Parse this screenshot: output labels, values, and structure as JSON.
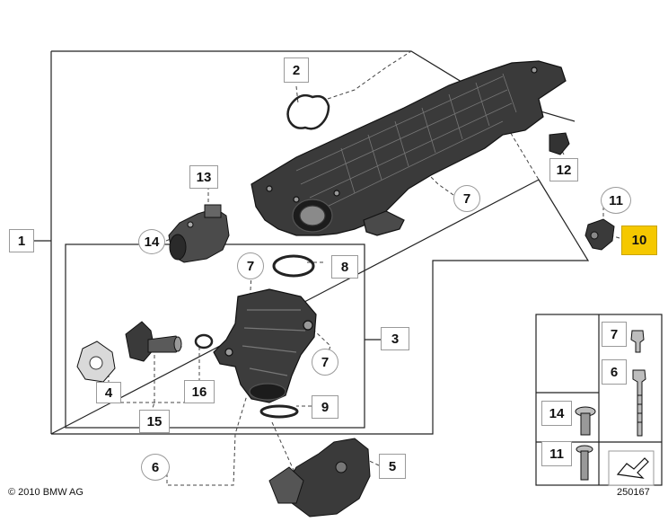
{
  "diagram": {
    "callouts": [
      {
        "id": "c2",
        "text": "2"
      },
      {
        "id": "c13",
        "text": "13"
      },
      {
        "id": "c14a",
        "text": "14"
      },
      {
        "id": "c12",
        "text": "12"
      },
      {
        "id": "c7a",
        "text": "7"
      },
      {
        "id": "c11a",
        "text": "11"
      },
      {
        "id": "c10",
        "text": "10"
      },
      {
        "id": "c1",
        "text": "1"
      },
      {
        "id": "c7b",
        "text": "7"
      },
      {
        "id": "c8",
        "text": "8"
      },
      {
        "id": "c3",
        "text": "3"
      },
      {
        "id": "c7c",
        "text": "7"
      },
      {
        "id": "c4",
        "text": "4"
      },
      {
        "id": "c16",
        "text": "16"
      },
      {
        "id": "c15",
        "text": "15"
      },
      {
        "id": "c9",
        "text": "9"
      },
      {
        "id": "c6a",
        "text": "6"
      },
      {
        "id": "c5",
        "text": "5"
      },
      {
        "id": "c7d",
        "text": "7"
      },
      {
        "id": "c6b",
        "text": "6"
      },
      {
        "id": "c14b",
        "text": "14"
      },
      {
        "id": "c11b",
        "text": "11"
      }
    ],
    "highlight_color": "#f5c800",
    "copyright": "© 2010 BMW AG",
    "drawing_number": "250167"
  }
}
